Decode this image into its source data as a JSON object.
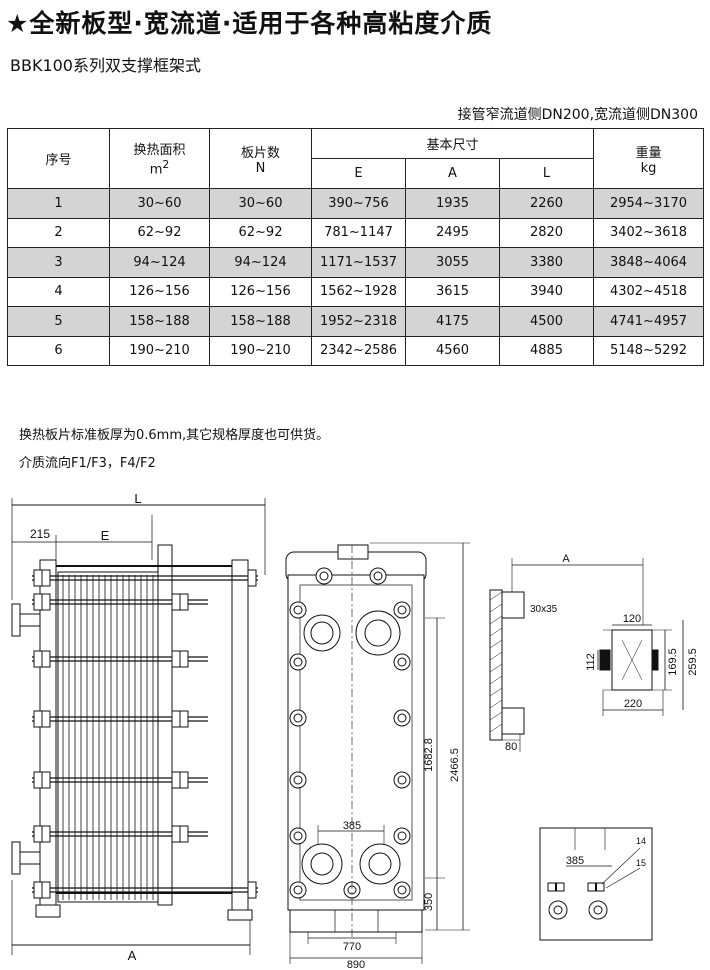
{
  "headline": "★全新板型·宽流道·适用于各种高粘度介质",
  "subtitle": "BBK100系列双支撑框架式",
  "connection_note": "接管窄流道侧DN200,宽流道侧DN300",
  "table": {
    "headers": {
      "seq": "序号",
      "area": "换热面积",
      "area_unit_base": "m",
      "area_unit_sup": "2",
      "plates": "板片数",
      "plates_unit": "N",
      "dims": "基本尺寸",
      "dim_e": "E",
      "dim_a": "A",
      "dim_l": "L",
      "weight": "重量",
      "weight_unit": "kg"
    },
    "rows": [
      [
        "1",
        "30~60",
        "30~60",
        "390~756",
        "1935",
        "2260",
        "2954~3170"
      ],
      [
        "2",
        "62~92",
        "62~92",
        "781~1147",
        "2495",
        "2820",
        "3402~3618"
      ],
      [
        "3",
        "94~124",
        "94~124",
        "1171~1537",
        "3055",
        "3380",
        "3848~4064"
      ],
      [
        "4",
        "126~156",
        "126~156",
        "1562~1928",
        "3615",
        "3940",
        "4302~4518"
      ],
      [
        "5",
        "158~188",
        "158~188",
        "1952~2318",
        "4175",
        "4500",
        "4741~4957"
      ],
      [
        "6",
        "190~210",
        "190~210",
        "2342~2586",
        "4560",
        "4885",
        "5148~5292"
      ]
    ]
  },
  "notes": {
    "plate_thickness": "换热板片标准板厚为0.6mm,其它规格厚度也可供货。",
    "flow_direction": "介质流向F1/F3，F4/F2"
  },
  "drawing": {
    "side": {
      "L": "L",
      "dim_215": "215",
      "E": "E",
      "A": "A"
    },
    "front": {
      "h_1682": "1682.8",
      "h_2466": "2466.5",
      "w_385": "385",
      "h_350": "350",
      "w_770": "770",
      "w_890": "890"
    },
    "foot": {
      "A": "A",
      "slot": "30x35",
      "d120": "120",
      "d112": "112",
      "d169": "169.5",
      "d259": "259.5",
      "d220": "220",
      "d80": "80",
      "d385": "385",
      "c14": "14",
      "c15": "15"
    }
  }
}
